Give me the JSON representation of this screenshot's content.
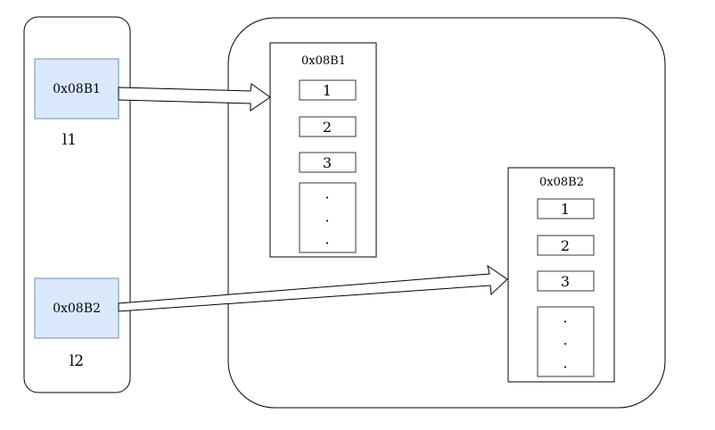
{
  "stack": {
    "vars": [
      {
        "address": "0x08B1",
        "label": "l1",
        "fill": "#dae8fc",
        "stroke": "#6c8ebf"
      },
      {
        "address": "0x08B2",
        "label": "l2",
        "fill": "#dae8fc",
        "stroke": "#6c8ebf"
      }
    ]
  },
  "heap": {
    "objects": [
      {
        "address": "0x08B1",
        "cells": [
          "1",
          "2",
          "3"
        ],
        "ellipsis": [
          "·",
          "·",
          "·"
        ]
      },
      {
        "address": "0x08B2",
        "cells": [
          "1",
          "2",
          "3"
        ],
        "ellipsis": [
          "·",
          "·",
          "·"
        ]
      }
    ]
  },
  "colors": {
    "line": "#000000",
    "cell_border": "#36393d",
    "background": "#ffffff"
  }
}
